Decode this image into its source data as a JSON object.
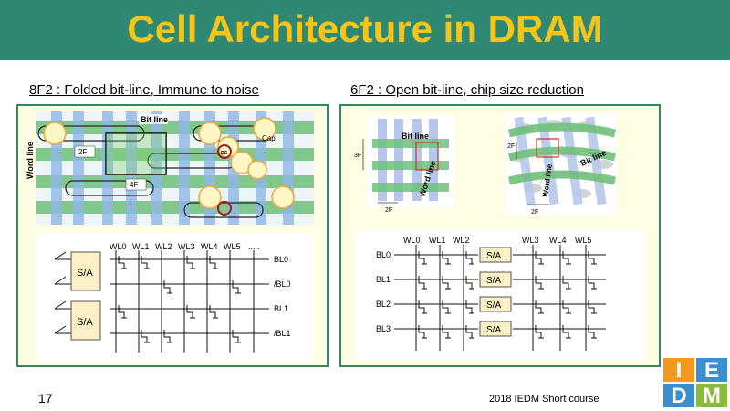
{
  "slide": {
    "title": "Cell Architecture in DRAM",
    "page_number": "17",
    "source": "2018 IEDM Short course"
  },
  "left_panel": {
    "heading": "8F2 : Folded bit-line, Immune to noise",
    "layout_labels": {
      "bit_line": "Bit line",
      "word_line": "Word line",
      "dim_2f": "2F",
      "dim_4f": "4F",
      "dc": "DC",
      "cap": "Cap"
    },
    "circuit": {
      "wordlines": [
        "WL0",
        "WL1",
        "WL2",
        "WL3",
        "WL4",
        "WL5",
        "....."
      ],
      "bitlines": [
        "BL0",
        "/BL0",
        "BL1",
        "/BL1"
      ],
      "sense_amps": [
        "S/A",
        "S/A"
      ]
    }
  },
  "right_panel": {
    "heading": "6F2 : Open bit-line, chip size reduction",
    "layout_labels": {
      "bit_line": "Bit line",
      "word_line": "Word line",
      "dim_3f": "3F",
      "dim_2f": "2F",
      "dim_2f_b": "2F",
      "dim_2f_c": "2F"
    },
    "circuit": {
      "wordlines_left": [
        "WL0",
        "WL1",
        "WL2"
      ],
      "wordlines_right": [
        "WL3",
        "WL4",
        "WL5"
      ],
      "bitlines": [
        "BL0",
        "BL1",
        "BL2",
        "BL3"
      ],
      "sense_amps": [
        "S/A",
        "S/A",
        "S/A",
        "S/A"
      ]
    }
  },
  "logo": {
    "letters": [
      "I",
      "E",
      "D",
      "M"
    ],
    "colors": [
      "#f39a1e",
      "#3a8fd0",
      "#3a8fd0",
      "#8aba3b"
    ]
  },
  "colors": {
    "title_bar": "#2e8873",
    "title_text": "#f6c51b",
    "panel_border": "#2d8a5c",
    "panel_bg": "#fffde4"
  }
}
